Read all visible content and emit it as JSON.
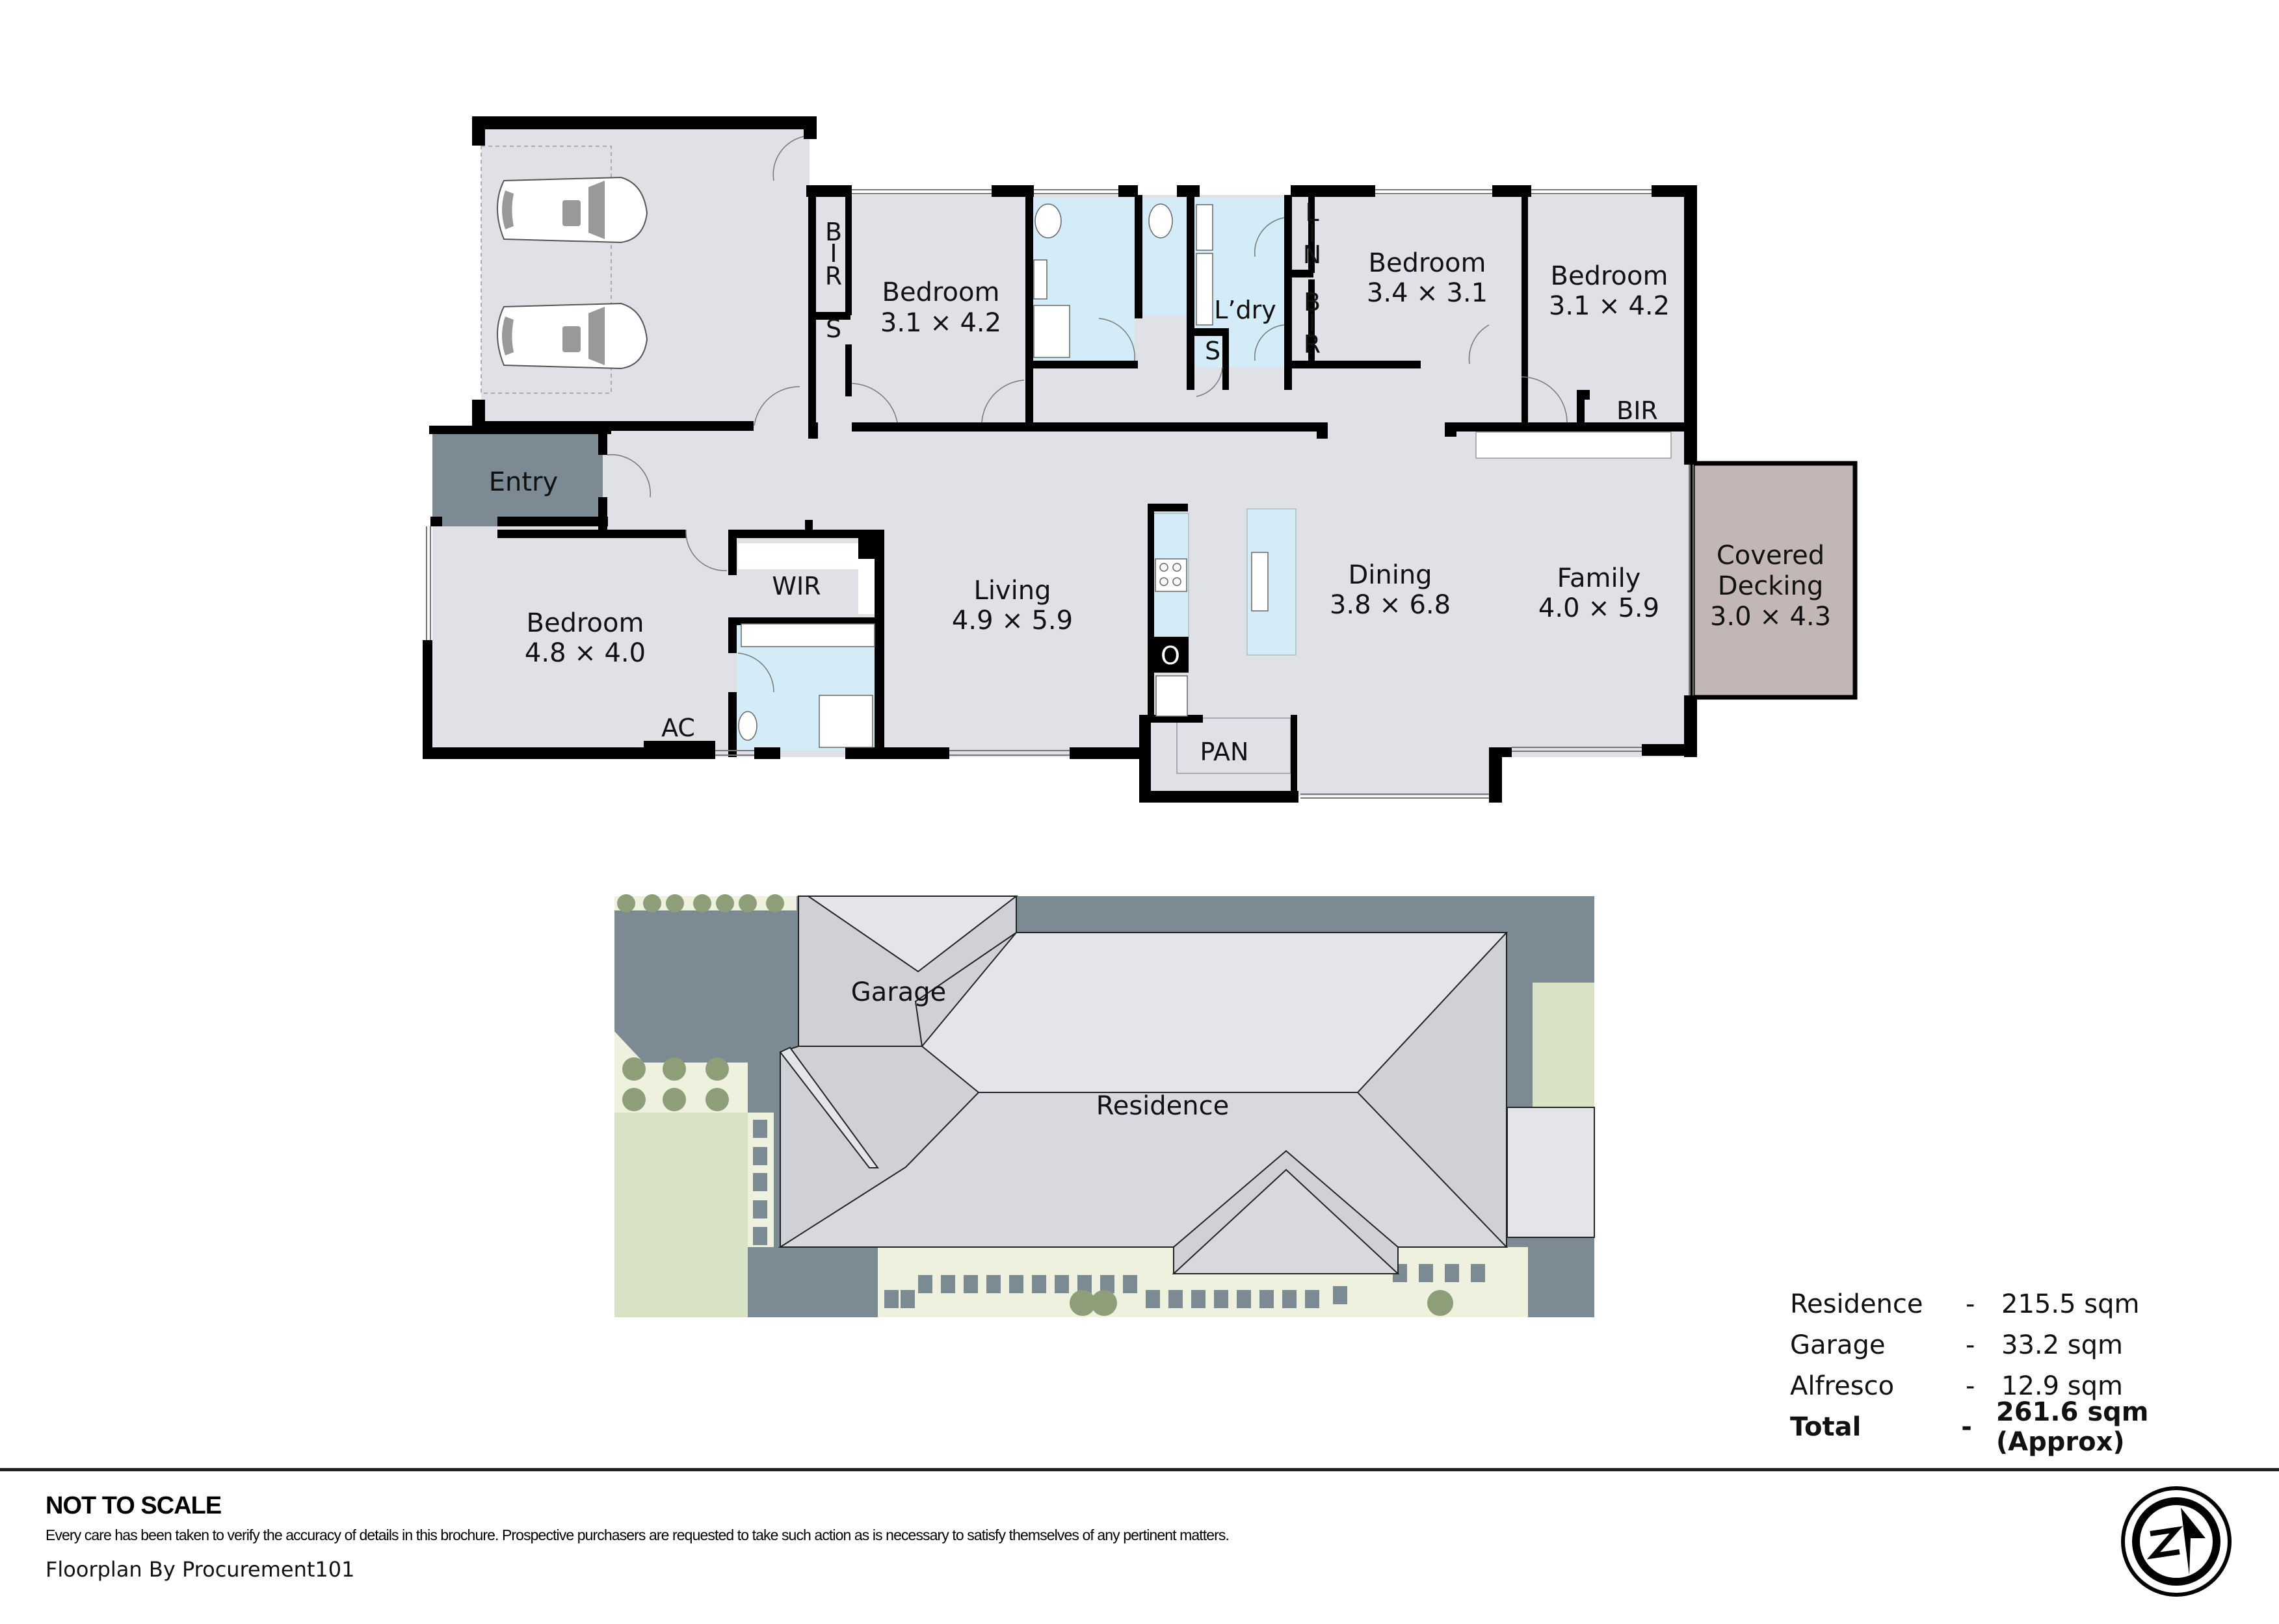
{
  "floorplan": {
    "rooms": [
      {
        "name": "Bedroom",
        "dims": "3.1 × 4.2",
        "id": "bedroom-2"
      },
      {
        "name": "Bedroom",
        "dims": "3.4 × 3.1",
        "id": "bedroom-3"
      },
      {
        "name": "Bedroom",
        "dims": "3.1 × 4.2",
        "id": "bedroom-4"
      },
      {
        "name": "Bedroom",
        "dims": "4.8 × 4.0",
        "id": "bedroom-master"
      },
      {
        "name": "Living",
        "dims": "4.9 × 5.9",
        "id": "living"
      },
      {
        "name": "Dining",
        "dims": "3.8 × 6.8",
        "id": "dining"
      },
      {
        "name": "Family",
        "dims": "4.0 × 5.9",
        "id": "family"
      },
      {
        "name": "Covered",
        "name2": "Decking",
        "dims": "3.0 × 4.3",
        "id": "covered-decking"
      }
    ],
    "labels": {
      "entry": "Entry",
      "wir": "WIR",
      "ac": "AC",
      "pan": "PAN",
      "laundry": "L’dry",
      "bir_right": "BIR",
      "bir_v1": [
        "B",
        "I",
        "R"
      ],
      "bir_v2": [
        "B",
        "I",
        "R"
      ],
      "lin_v": [
        "L",
        "I",
        "N"
      ],
      "store1": "S",
      "store2": "S",
      "oven": "O"
    }
  },
  "siteplan": {
    "garage_label": "Garage",
    "residence_label": "Residence"
  },
  "areas": {
    "rows": [
      {
        "label": "Residence",
        "dash": "-",
        "value": "215.5 sqm"
      },
      {
        "label": "Garage",
        "dash": "-",
        "value": "33.2 sqm"
      },
      {
        "label": "Alfresco",
        "dash": "-",
        "value": "12.9 sqm"
      }
    ],
    "total": {
      "label": "Total",
      "dash": "-",
      "value": "261.6 sqm (Approx)"
    }
  },
  "footer": {
    "not_to_scale": "NOT TO SCALE",
    "disclaimer": "Every care has been taken to verify the accuracy of details in this brochure. Prospective purchasers are requested to take such action as is necessary to satisfy themselves of any pertinent matters.",
    "credit": "Floorplan By Procurement101"
  },
  "compass": {
    "letter": "N"
  },
  "colors": {
    "floor": "#dfe1e6",
    "wet": "#d3ecf8",
    "entry": "#7b8a93",
    "decking": "#c2b7b4",
    "wall": "#000000",
    "site_dark": "#7b8a93",
    "site_lawn": "#d7e3c4",
    "site_pale": "#eef1de",
    "roof_light": "#e3e5ea",
    "roof_mid": "#cfd1d6"
  }
}
